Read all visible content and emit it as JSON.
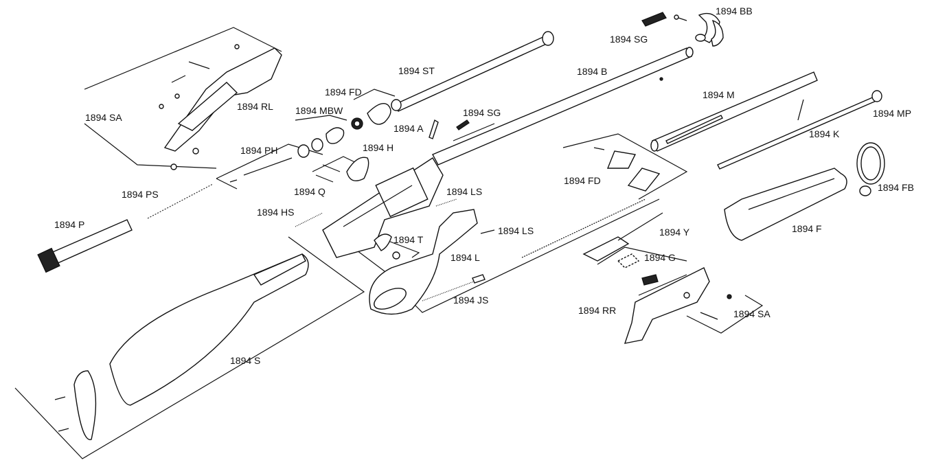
{
  "labels": {
    "bb": "1894 BB",
    "sg_top": "1894 SG",
    "st": "1894 ST",
    "b": "1894 B",
    "fd_top": "1894 FD",
    "mbw": "1894 MBW",
    "sa_left": "1894 SA",
    "rl": "1894 RL",
    "a": "1894 A",
    "sg_mid": "1894 SG",
    "m": "1894 M",
    "mp": "1894 MP",
    "k": "1894 K",
    "h": "1894 H",
    "ph": "1894 PH",
    "q": "1894 Q",
    "ps": "1894 PS",
    "ls_top": "1894 LS",
    "hs": "1894 HS",
    "fd_right": "1894 FD",
    "fb": "1894 FB",
    "p": "1894 P",
    "ls_right": "1894 LS",
    "t": "1894 T",
    "f": "1894 F",
    "y": "1894 Y",
    "l": "1894 L",
    "g": "1894 G",
    "js": "1894 JS",
    "rr": "1894 RR",
    "sa_right": "1894 SA",
    "s": "1894 S"
  }
}
